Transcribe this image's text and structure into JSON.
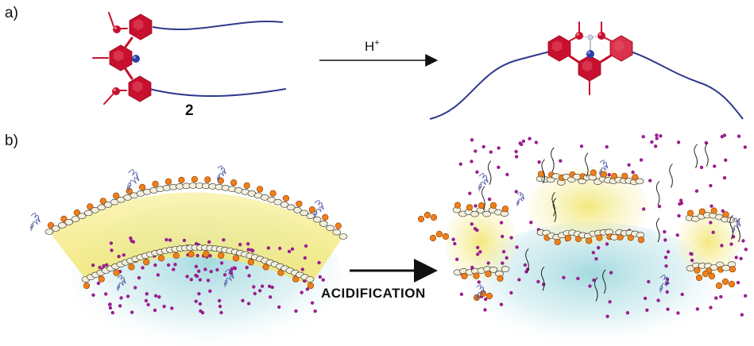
{
  "panels": {
    "a_label": "a)",
    "b_label": "b)"
  },
  "compound_label": "2",
  "reagent": {
    "text": "H",
    "sup": "+"
  },
  "process_label": "ACIDIFICATION",
  "colors": {
    "ring": "#c8102e",
    "ring_dark": "#a00c24",
    "nitrogen": "#2b3ea8",
    "chain": "#2e3a8c",
    "headgroup": "#f07f1a",
    "bilayer": "#f5ec8a",
    "vesicle_interior": "#a9dde2",
    "cargo": "#9a1f8f",
    "tail": "#111111"
  },
  "icons": [
    "reaction-arrow-icon",
    "process-arrow-icon",
    "polymer-coil-icon"
  ]
}
